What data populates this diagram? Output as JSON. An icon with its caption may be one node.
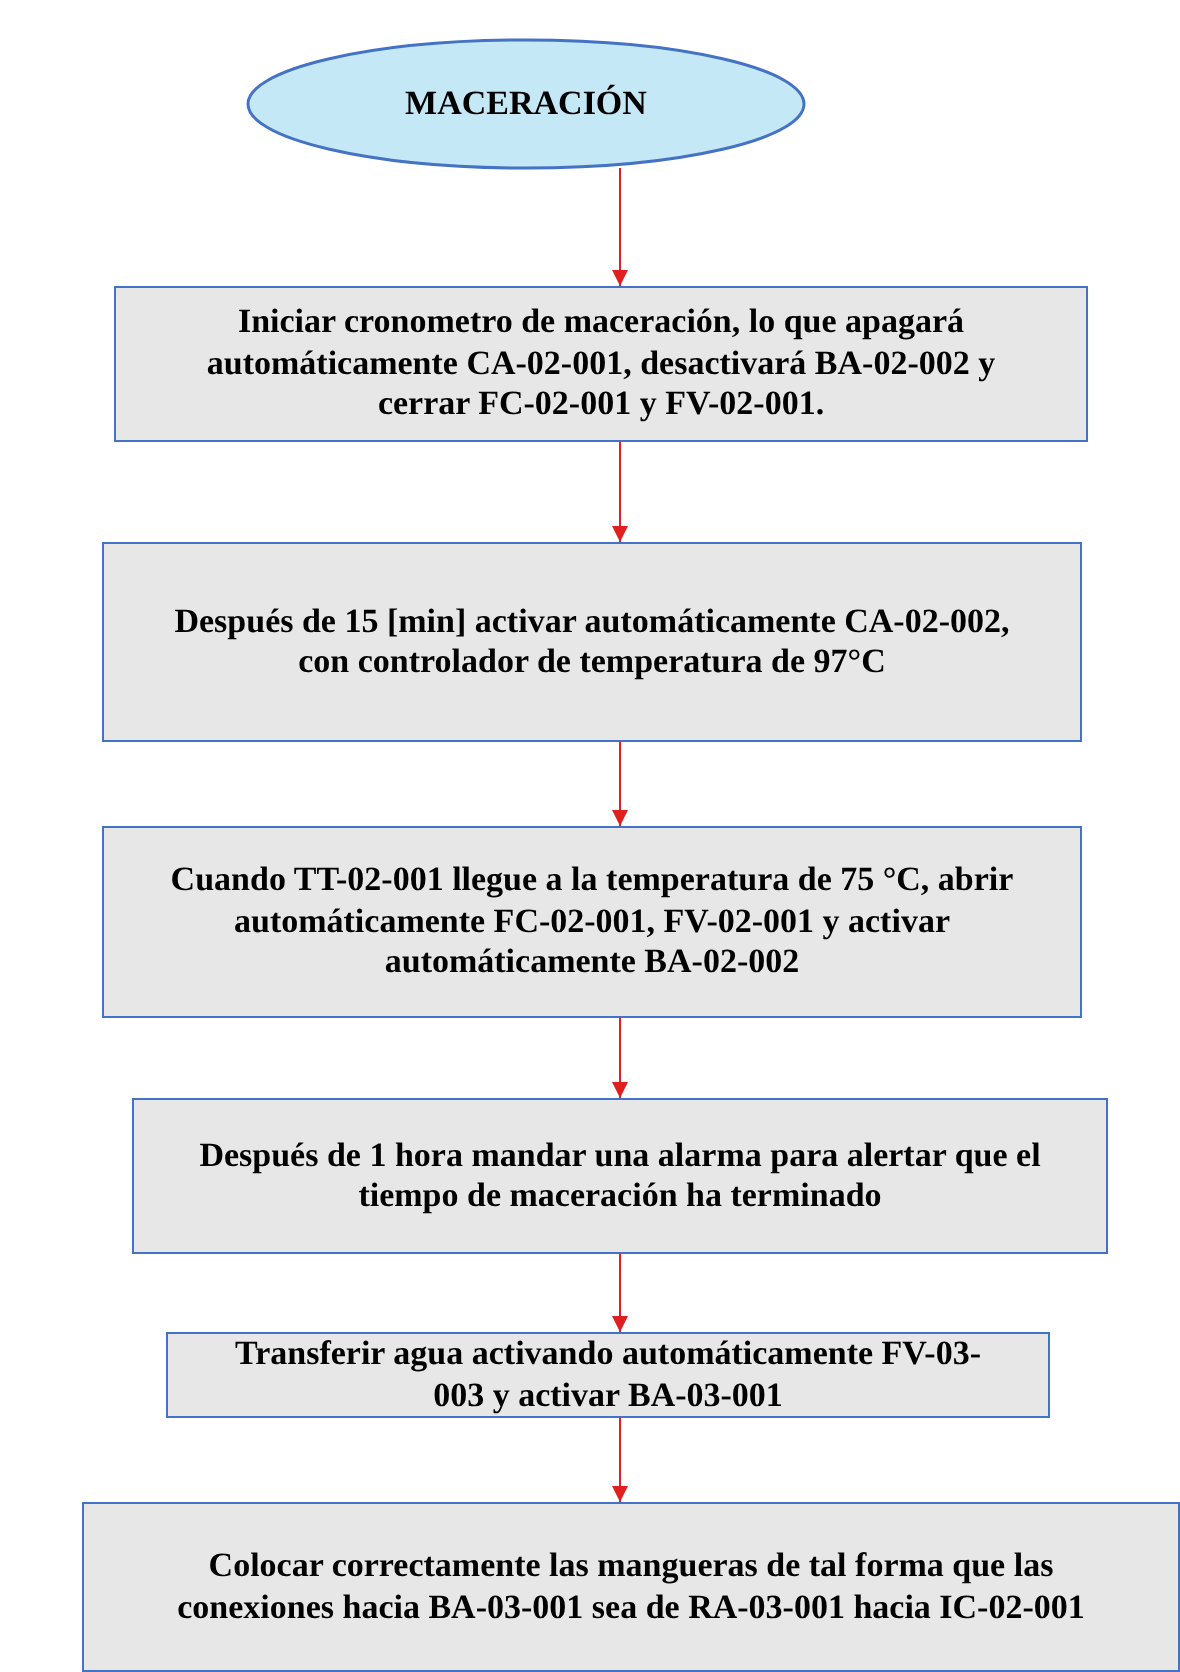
{
  "diagram": {
    "nodes": [
      {
        "text": [
          "MACERACIÓN"
        ]
      },
      {
        "text": [
          "Iniciar cronometro de maceración, lo que apagará automáticamente CA-02-001, desactivará BA-02-002 y cerrar FC-02-001 y FV-02-001."
        ]
      },
      {
        "text": [
          "Después de 15 [min] activar automáticamente CA-02-002, con controlador de temperatura de 97°C"
        ]
      },
      {
        "text": [
          "Cuando TT-02-001 llegue a la temperatura de 75 °C, abrir automáticamente FC-02-001, FV-02-001 y activar automáticamente BA-02-002"
        ]
      },
      {
        "text": [
          "Después de 1 hora mandar una alarma para alertar que el tiempo de maceración ha terminado"
        ]
      },
      {
        "text": [
          "Transferir agua activando automáticamente FV-03-003 y activar BA-03-001"
        ]
      },
      {
        "text": [
          "Colocar correctamente las mangueras de tal forma que las conexiones hacia BA-03-001 sea de RA-03-001 hacia IC-02-001"
        ]
      }
    ],
    "edges": [
      {
        "from": 0,
        "to": 1,
        "arrow": "to"
      },
      {
        "from": 1,
        "to": 2,
        "arrow": "to"
      },
      {
        "from": 2,
        "to": 3,
        "arrow": "to"
      },
      {
        "from": 3,
        "to": 4,
        "arrow": "to"
      },
      {
        "from": 4,
        "to": 5,
        "arrow": "to"
      },
      {
        "from": 5,
        "to": 6,
        "arrow": "to"
      }
    ]
  }
}
